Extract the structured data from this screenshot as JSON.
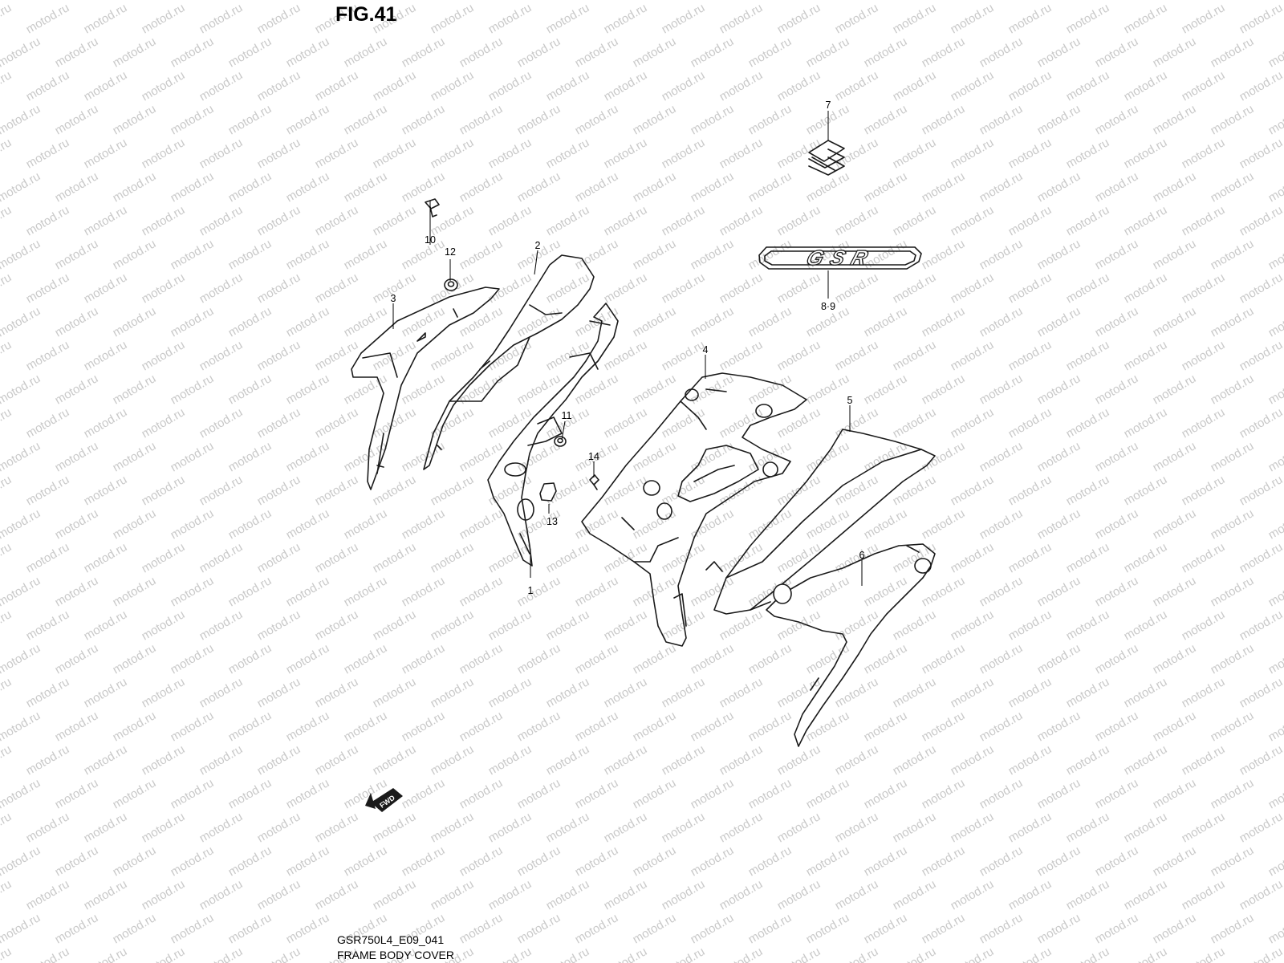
{
  "figure": {
    "title": "FIG.41",
    "code": "GSR750L4_E09_041",
    "caption": "FRAME BODY COVER"
  },
  "watermark": {
    "text": "motod.ru",
    "color": "#c9c9c9"
  },
  "fwd_badge": {
    "text": "FWD"
  },
  "emblem": {
    "logo_text": "GSR",
    "brand_icon": "suzuki-s-logo-icon"
  },
  "callouts": [
    {
      "id": "c1",
      "label": "1"
    },
    {
      "id": "c2",
      "label": "2"
    },
    {
      "id": "c3",
      "label": "3"
    },
    {
      "id": "c4",
      "label": "4"
    },
    {
      "id": "c5",
      "label": "5"
    },
    {
      "id": "c6",
      "label": "6"
    },
    {
      "id": "c7",
      "label": "7"
    },
    {
      "id": "c89",
      "label": "8·9"
    },
    {
      "id": "c10",
      "label": "10"
    },
    {
      "id": "c11",
      "label": "11"
    },
    {
      "id": "c12",
      "label": "12"
    },
    {
      "id": "c13",
      "label": "13"
    },
    {
      "id": "c14",
      "label": "14"
    }
  ]
}
